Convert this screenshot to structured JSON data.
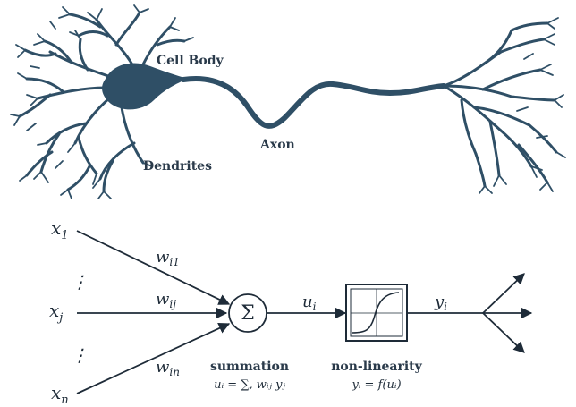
{
  "colors": {
    "neuron": "#2f4f66",
    "ink": "#1e2b38",
    "paper": "#ffffff"
  },
  "neuron": {
    "cell_body_label": "Cell Body",
    "axon_label": "Axon",
    "dendrites_label": "Dendrites"
  },
  "model": {
    "inputs": {
      "x1": {
        "base": "x",
        "sub": "1"
      },
      "xj": {
        "base": "x",
        "sub": "j"
      },
      "xn": {
        "base": "x",
        "sub": "n"
      },
      "vdots_top": "⋮",
      "vdots_bottom": "⋮"
    },
    "weights": {
      "wi1": {
        "base": "w",
        "sub": "i1"
      },
      "wij": {
        "base": "w",
        "sub": "ij"
      },
      "win": {
        "base": "w",
        "sub": "in"
      }
    },
    "sum_symbol": "Σ",
    "ui": {
      "base": "u",
      "sub": "i"
    },
    "yi": {
      "base": "y",
      "sub": "i"
    },
    "summation_label": "summation",
    "summation_formula": "uᵢ = ∑, wᵢⱼ yⱼ",
    "nonlinearity_label": "non-linearity",
    "nonlinearity_formula": "yᵢ = f(uᵢ)"
  }
}
